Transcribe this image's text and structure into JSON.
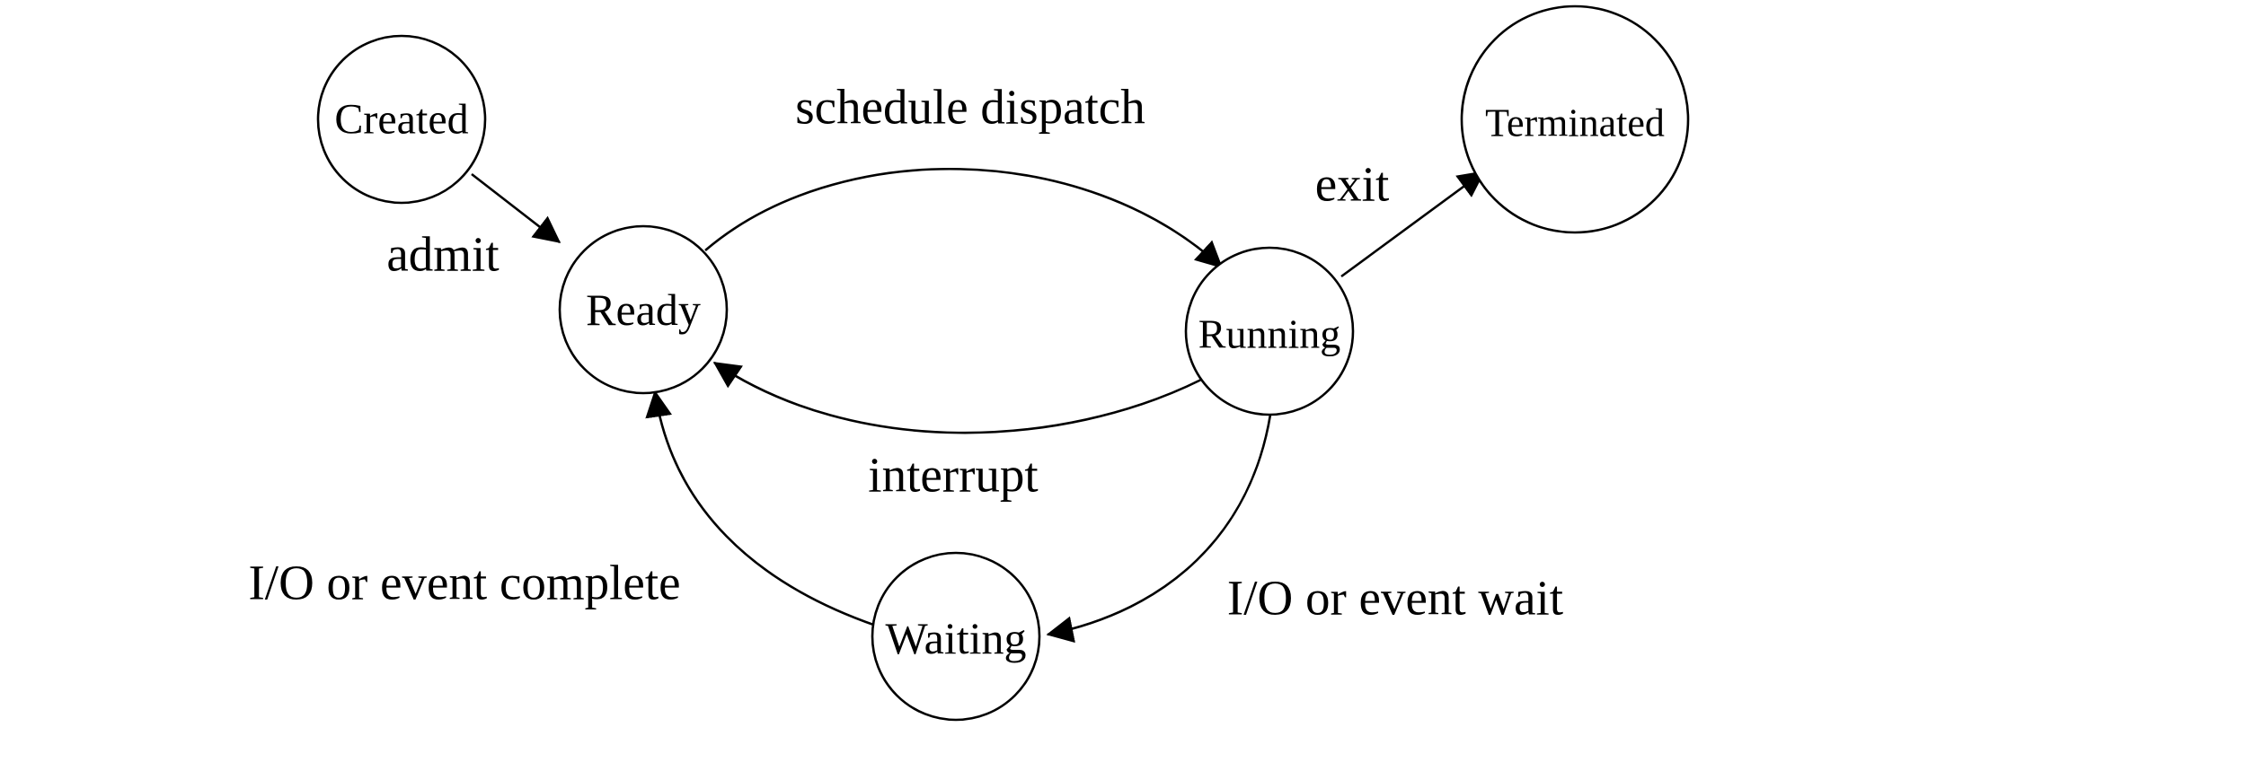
{
  "states": {
    "created": "Created",
    "ready": "Ready",
    "running": "Running",
    "terminated": "Terminated",
    "waiting": "Waiting"
  },
  "transitions": {
    "admit": "admit",
    "schedule_dispatch": "schedule dispatch",
    "exit": "exit",
    "interrupt": "interrupt",
    "io_event_wait": "I/O or event wait",
    "io_event_complete": "I/O or event complete"
  },
  "colors": {
    "stroke": "#000000",
    "fill": "#ffffff",
    "text": "#000000"
  }
}
